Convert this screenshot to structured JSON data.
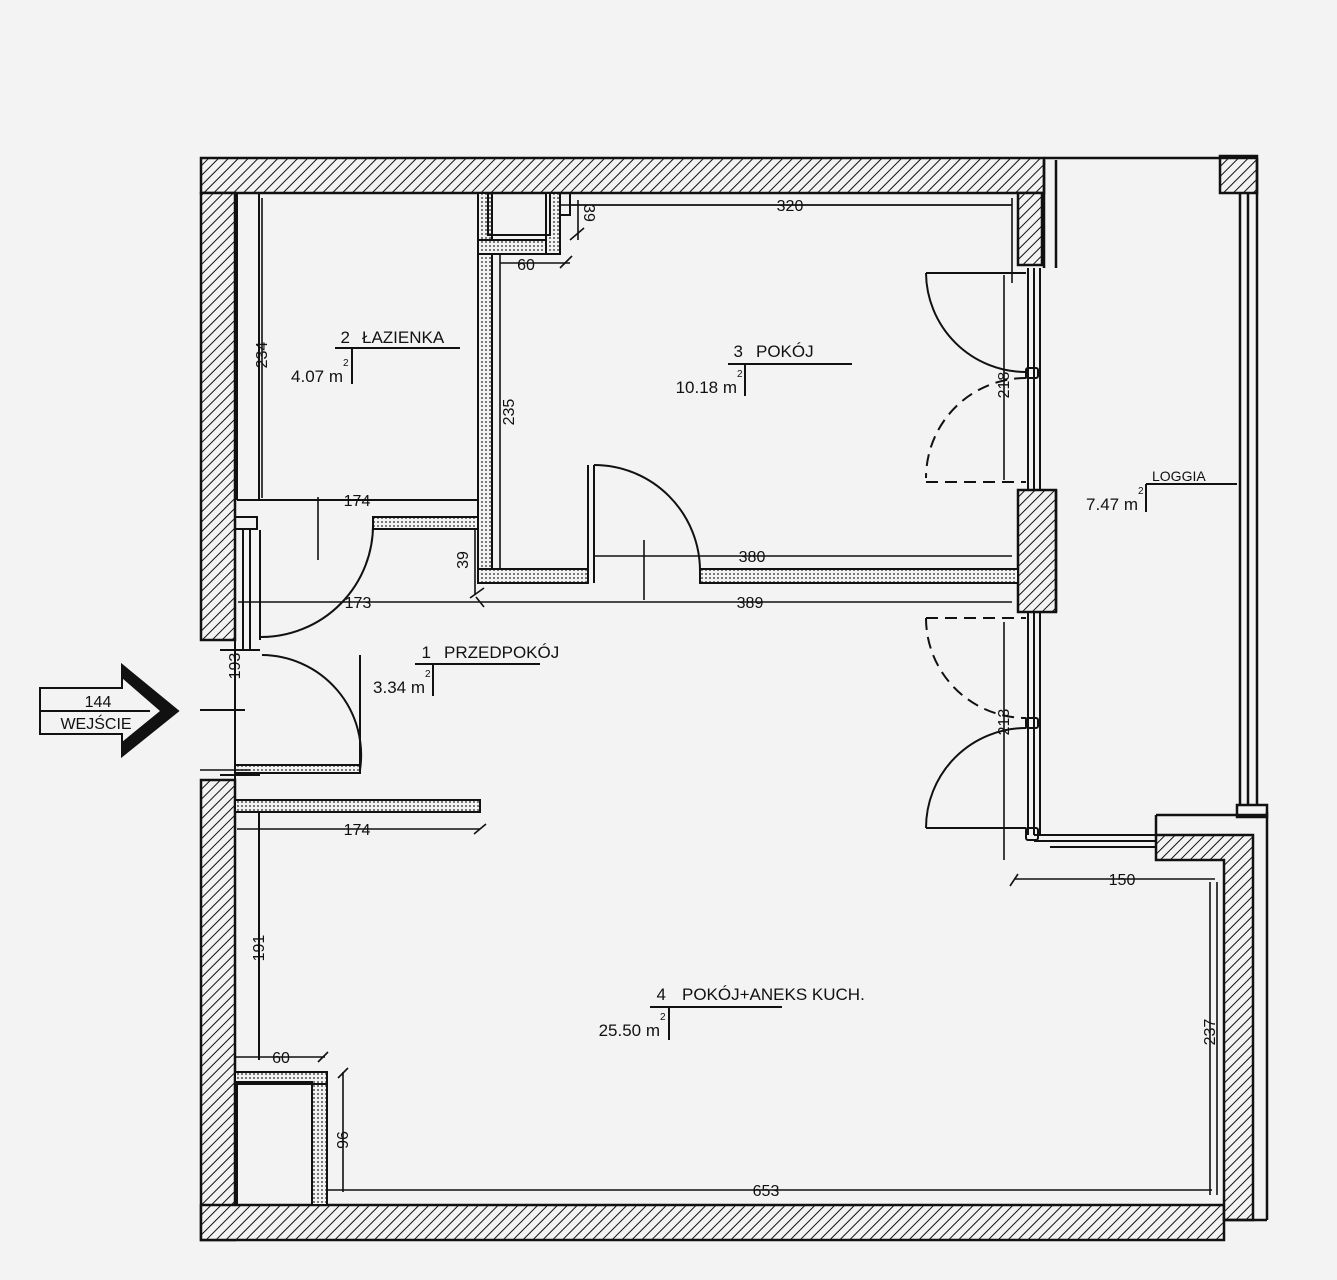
{
  "entrance": {
    "width": "144",
    "label": "WEJŚCIE"
  },
  "rooms": [
    {
      "no": "1",
      "name": "PRZEDPOKÓJ",
      "area": "3.34 m"
    },
    {
      "no": "2",
      "name": "ŁAZIENKA",
      "area": "4.07 m"
    },
    {
      "no": "3",
      "name": "POKÓJ",
      "area": "10.18 m"
    },
    {
      "no": "4",
      "name": "POKÓJ+ANEKS KUCH.",
      "area": "25.50 m"
    },
    {
      "no": "",
      "name": "LOGGIA",
      "area": "7.47 m"
    }
  ],
  "area_exponent": "2",
  "dimensions": {
    "d320": "320",
    "d39a": "39",
    "d60a": "60",
    "d234": "234",
    "d235": "235",
    "d174a": "174",
    "d39b": "39",
    "d173": "173",
    "d389": "389",
    "d380": "380",
    "d218": "218",
    "d213": "213",
    "d193": "193",
    "d174b": "174",
    "d150": "150",
    "d191": "191",
    "d237": "237",
    "d60b": "60",
    "d96": "96",
    "d653": "653"
  }
}
